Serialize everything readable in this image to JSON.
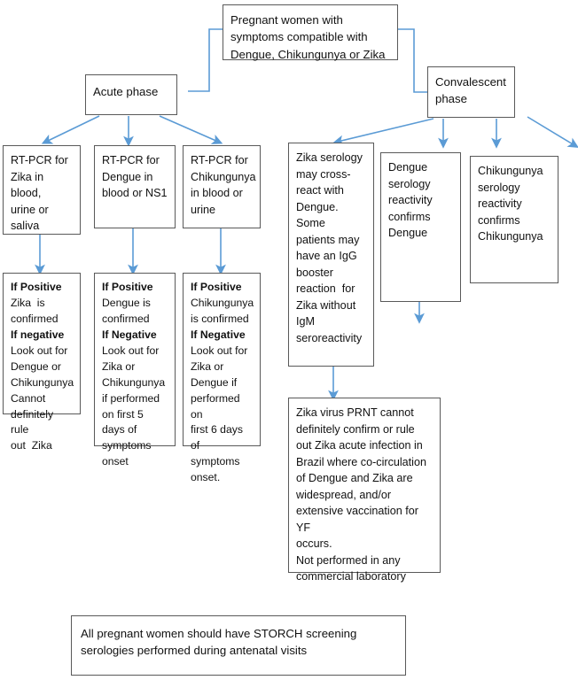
{
  "diagram": {
    "title": "Diagnostic algorithm for pregnant women with symptoms compatible with Dengue, Chikungunya or Zika",
    "accent_color": "#5b9bd5",
    "box_border_color": "#595959",
    "background": "#ffffff"
  },
  "nodes": {
    "root": {
      "name": "pregnant-women-symptoms",
      "lines": [
        "Pregnant women with",
        "symptoms compatible with",
        "Dengue, Chikungunya or Zika"
      ]
    },
    "acute_phase": {
      "name": "acute-phase",
      "lines": [
        "Acute phase"
      ]
    },
    "convalescent_phase": {
      "name": "convalescent-phase",
      "lines": [
        "Convalescent",
        "phase"
      ]
    },
    "rtpcr_zika": {
      "name": "rtpcr-zika",
      "lines": [
        "RT-PCR for",
        "Zika in blood,",
        "urine or",
        "saliva"
      ]
    },
    "rtpcr_dengue": {
      "name": "rtpcr-dengue",
      "lines": [
        "RT-PCR for",
        "Dengue in",
        "blood or NS1"
      ]
    },
    "rtpcr_chikungunya": {
      "name": "rtpcr-chikungunya",
      "lines": [
        "RT-PCR for",
        "Chikungunya",
        "in blood or",
        "urine"
      ]
    },
    "zika_result": {
      "name": "zika-result",
      "lines": [
        {
          "text": "If Positive",
          "bold": true
        },
        {
          "text": "Zika  is",
          "bold": false
        },
        {
          "text": "confirmed",
          "bold": false
        },
        {
          "text": "If negative",
          "bold": true
        },
        {
          "text": "Look out for",
          "bold": false
        },
        {
          "text": "Dengue or",
          "bold": false
        },
        {
          "text": "Chikungunya",
          "bold": false
        },
        {
          "text": "Cannot",
          "bold": false
        },
        {
          "text": "definitely rule",
          "bold": false
        },
        {
          "text": "out  Zika",
          "bold": false
        }
      ]
    },
    "dengue_result": {
      "name": "dengue-result",
      "lines": [
        {
          "text": "If Positive",
          "bold": true
        },
        {
          "text": "Dengue is",
          "bold": false
        },
        {
          "text": "confirmed",
          "bold": false
        },
        {
          "text": "If Negative",
          "bold": true
        },
        {
          "text": "Look out for",
          "bold": false
        },
        {
          "text": "Zika or",
          "bold": false
        },
        {
          "text": "Chikungunya",
          "bold": false
        },
        {
          "text": "if performed",
          "bold": false
        },
        {
          "text": "on first 5",
          "bold": false
        },
        {
          "text": "days of",
          "bold": false
        },
        {
          "text": "symptoms",
          "bold": false
        },
        {
          "text": "onset",
          "bold": false
        }
      ]
    },
    "chikungunya_result": {
      "name": "chikungunya-result",
      "lines": [
        {
          "text": "If Positive",
          "bold": true
        },
        {
          "text": "Chikungunya",
          "bold": false
        },
        {
          "text": "is confirmed",
          "bold": false
        },
        {
          "text": "If Negative",
          "bold": true
        },
        {
          "text": "Look out for",
          "bold": false
        },
        {
          "text": "Zika or",
          "bold": false
        },
        {
          "text": "Dengue if",
          "bold": false
        },
        {
          "text": "performed on",
          "bold": false
        },
        {
          "text": "first 6 days of",
          "bold": false
        },
        {
          "text": "symptoms",
          "bold": false
        },
        {
          "text": "onset.",
          "bold": false
        }
      ]
    },
    "zika_serology": {
      "name": "zika-serology",
      "lines": [
        "Zika serology",
        "may cross-",
        "react with",
        "Dengue. Some",
        "patients may",
        "have an IgG",
        "booster",
        "reaction  for",
        "Zika without",
        "IgM",
        "seroreactivity"
      ]
    },
    "dengue_serology": {
      "name": "dengue-serology",
      "lines": [
        "Dengue",
        "serology",
        "reactivity",
        "confirms",
        "Dengue"
      ]
    },
    "chikungunya_serology": {
      "name": "chikungunya-serology",
      "lines": [
        "Chikungunya",
        "serology",
        "reactivity",
        "confirms",
        "Chikungunya"
      ]
    },
    "zika_prnt": {
      "name": "zika-prnt-note",
      "lines": [
        "Zika virus PRNT cannot",
        "definitely confirm or rule",
        "out Zika acute infection in",
        "Brazil where co-circulation",
        "of Dengue and Zika are",
        "widespread, and/or",
        "extensive vaccination for YF",
        "occurs.",
        "Not performed in any",
        "commercial laboratory"
      ]
    },
    "storch": {
      "name": "storch-screening-note",
      "lines": [
        "All pregnant women should have STORCH screening",
        "serologies performed during antenatal visits"
      ]
    }
  }
}
